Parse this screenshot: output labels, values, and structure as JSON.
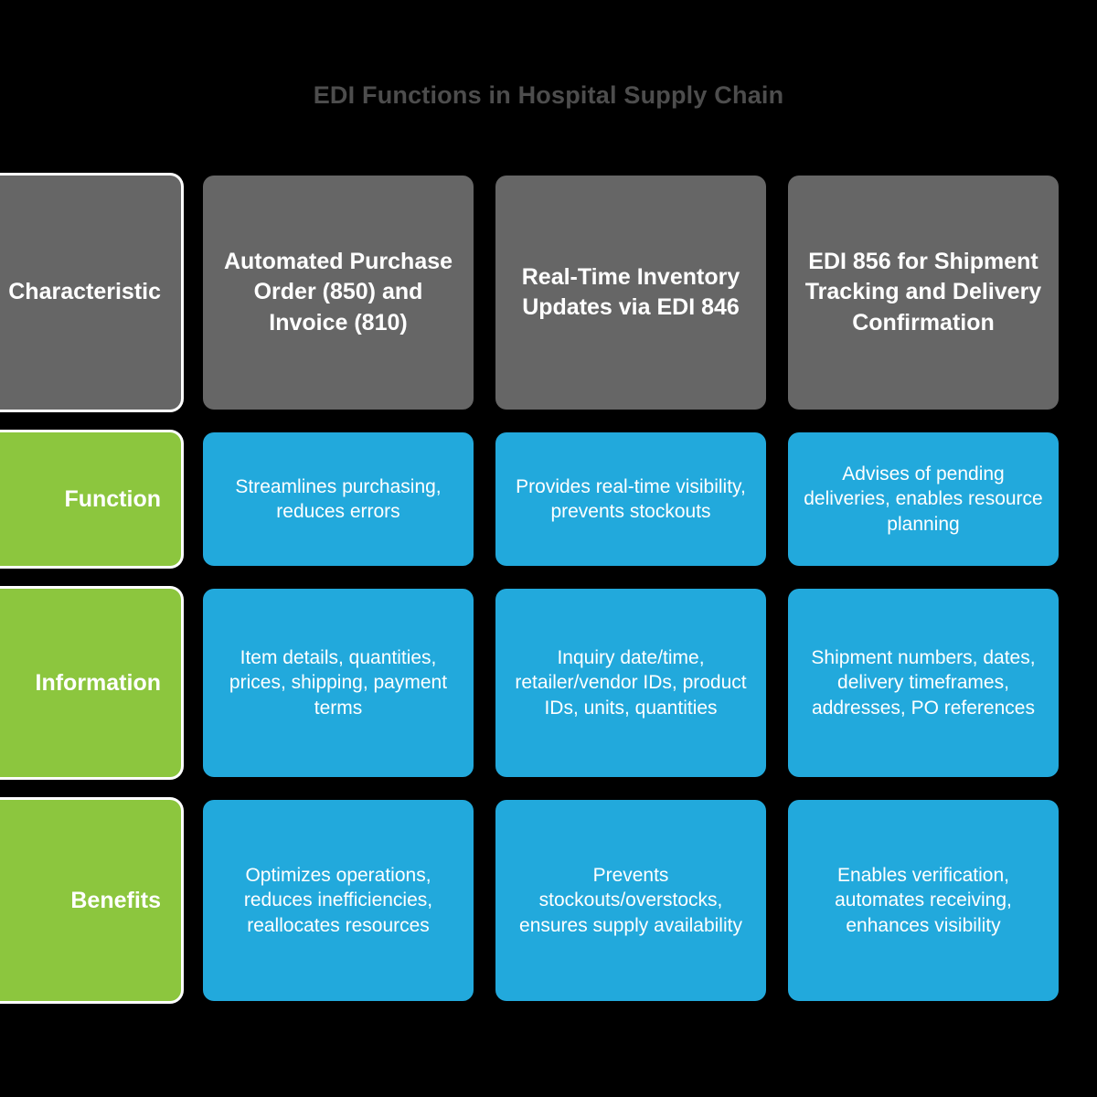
{
  "title": "EDI Functions in Hospital Supply Chain",
  "colors": {
    "background": "#000000",
    "title_text": "#4d4d4d",
    "header_cell": "#666666",
    "label_cell": "#8cc63e",
    "value_cell": "#22a9dc",
    "cell_text": "#ffffff",
    "cell_outline": "#ffffff"
  },
  "chart_data": {
    "type": "table",
    "title": "EDI Functions in Hospital Supply Chain",
    "columns": [
      "Characteristic",
      "Automated Purchase Order (850) and Invoice (810)",
      "Real-Time Inventory Updates via EDI 846",
      "EDI 856 for Shipment Tracking and Delivery Confirmation"
    ],
    "row_labels": [
      "Function",
      "Information",
      "Benefits"
    ],
    "rows": [
      [
        "Function",
        "Streamlines purchasing, reduces errors",
        "Provides real-time visibility, prevents stockouts",
        "Advises of pending deliveries, enables resource planning"
      ],
      [
        "Information",
        "Item details, quantities, prices, shipping, payment terms",
        "Inquiry date/time, retailer/vendor IDs, product IDs, units, quantities",
        "Shipment numbers, dates, delivery timeframes, addresses, PO references"
      ],
      [
        "Benefits",
        "Optimizes operations, reduces inefficiencies, reallocates resources",
        "Prevents stockouts/overstocks, ensures supply availability",
        "Enables verification, automates receiving, enhances visibility"
      ]
    ]
  },
  "table": {
    "header": {
      "col0": "Characteristic",
      "col1": "Automated Purchase Order (850) and Invoice (810)",
      "col2": "Real-Time Inventory Updates via EDI 846",
      "col3": "EDI 856 for Shipment Tracking and Delivery Confirmation"
    },
    "rows": [
      {
        "label": "Function",
        "col1": "Streamlines purchasing, reduces errors",
        "col2": "Provides real-time visibility, prevents stockouts",
        "col3": "Advises of pending deliveries, enables resource planning"
      },
      {
        "label": "Information",
        "col1": "Item details, quantities, prices, shipping, payment terms",
        "col2": "Inquiry date/time, retailer/vendor IDs, product IDs, units, quantities",
        "col3": "Shipment numbers, dates, delivery timeframes, addresses, PO references"
      },
      {
        "label": "Benefits",
        "col1": "Optimizes operations, reduces inefficiencies, reallocates resources",
        "col2": "Prevents stockouts/overstocks, ensures supply availability",
        "col3": "Enables verification, automates receiving, enhances visibility"
      }
    ]
  }
}
